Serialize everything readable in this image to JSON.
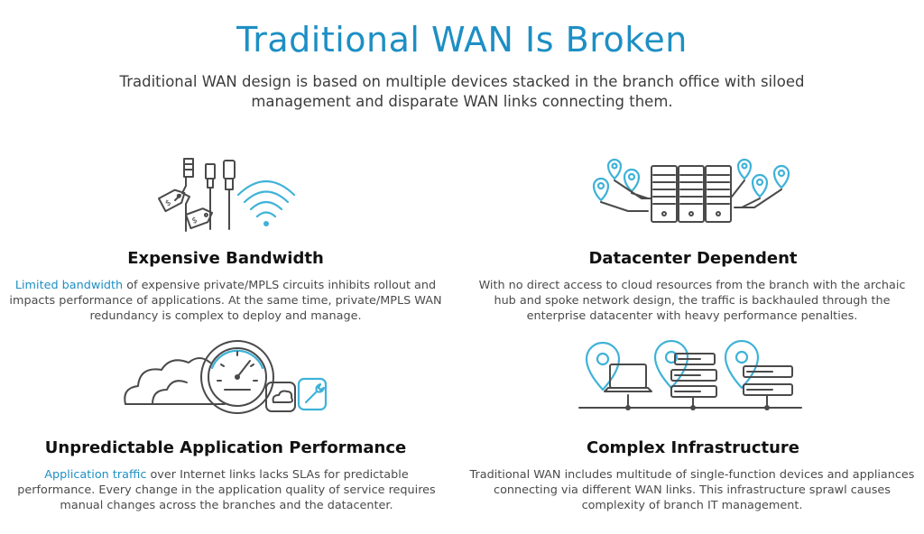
{
  "header": {
    "title": "Traditional WAN Is Broken",
    "subtitle": "Traditional WAN design is based on multiple devices stacked in the branch office with siloed management and disparate WAN links connecting them."
  },
  "colors": {
    "accent": "#1d8fc4",
    "icon_accent": "#3fb2d8",
    "ink": "#4a4a4a"
  },
  "features": [
    {
      "icon": "cables-wifi-price-tags-icon",
      "heading": "Expensive Bandwidth",
      "link": "Limited bandwidth",
      "body": " of expensive private/MPLS circuits inhibits rollout and impacts performance of applications. At the same time, private/MPLS WAN redundancy is complex to deploy and manage."
    },
    {
      "icon": "datacenter-servers-pins-icon",
      "heading": "Datacenter Dependent",
      "link": "",
      "body": "With no direct access to cloud resources from the branch with the archaic hub and spoke network design, the traffic is backhauled through the enterprise datacenter with heavy performance penalties."
    },
    {
      "icon": "cloud-speedometer-icon",
      "heading": "Unpredictable Application Performance",
      "link": "Application traffic",
      "body": " over Internet links lacks SLAs for predictable performance. Every change in the application quality of service requires manual changes across the branches and the datacenter."
    },
    {
      "icon": "network-devices-pins-icon",
      "heading": "Complex Infrastructure",
      "link": "",
      "body": "Traditional WAN includes multitude of single-function devices and appliances connecting via different WAN links. This infrastructure sprawl causes complexity of branch IT management."
    }
  ],
  "price_tag_symbol": "$"
}
